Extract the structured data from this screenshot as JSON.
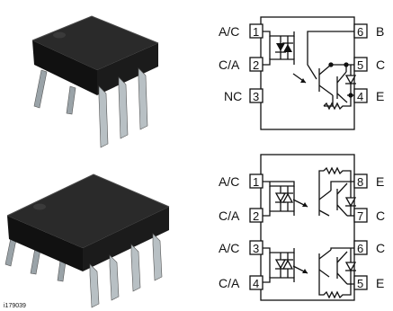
{
  "figure_id": "i179039",
  "top_diagram": {
    "left_pins": [
      {
        "name": "A/C",
        "num": "1"
      },
      {
        "name": "C/A",
        "num": "2"
      },
      {
        "name": "NC",
        "num": "3"
      }
    ],
    "right_pins": [
      {
        "num": "6",
        "name": "B"
      },
      {
        "num": "5",
        "name": "C"
      },
      {
        "num": "4",
        "name": "E"
      }
    ]
  },
  "bottom_diagram": {
    "left_pins": [
      {
        "name": "A/C",
        "num": "1"
      },
      {
        "name": "C/A",
        "num": "2"
      },
      {
        "name": "A/C",
        "num": "3"
      },
      {
        "name": "C/A",
        "num": "4"
      }
    ],
    "right_pins": [
      {
        "num": "8",
        "name": "E"
      },
      {
        "num": "7",
        "name": "C"
      },
      {
        "num": "6",
        "name": "C"
      },
      {
        "num": "5",
        "name": "E"
      }
    ]
  }
}
